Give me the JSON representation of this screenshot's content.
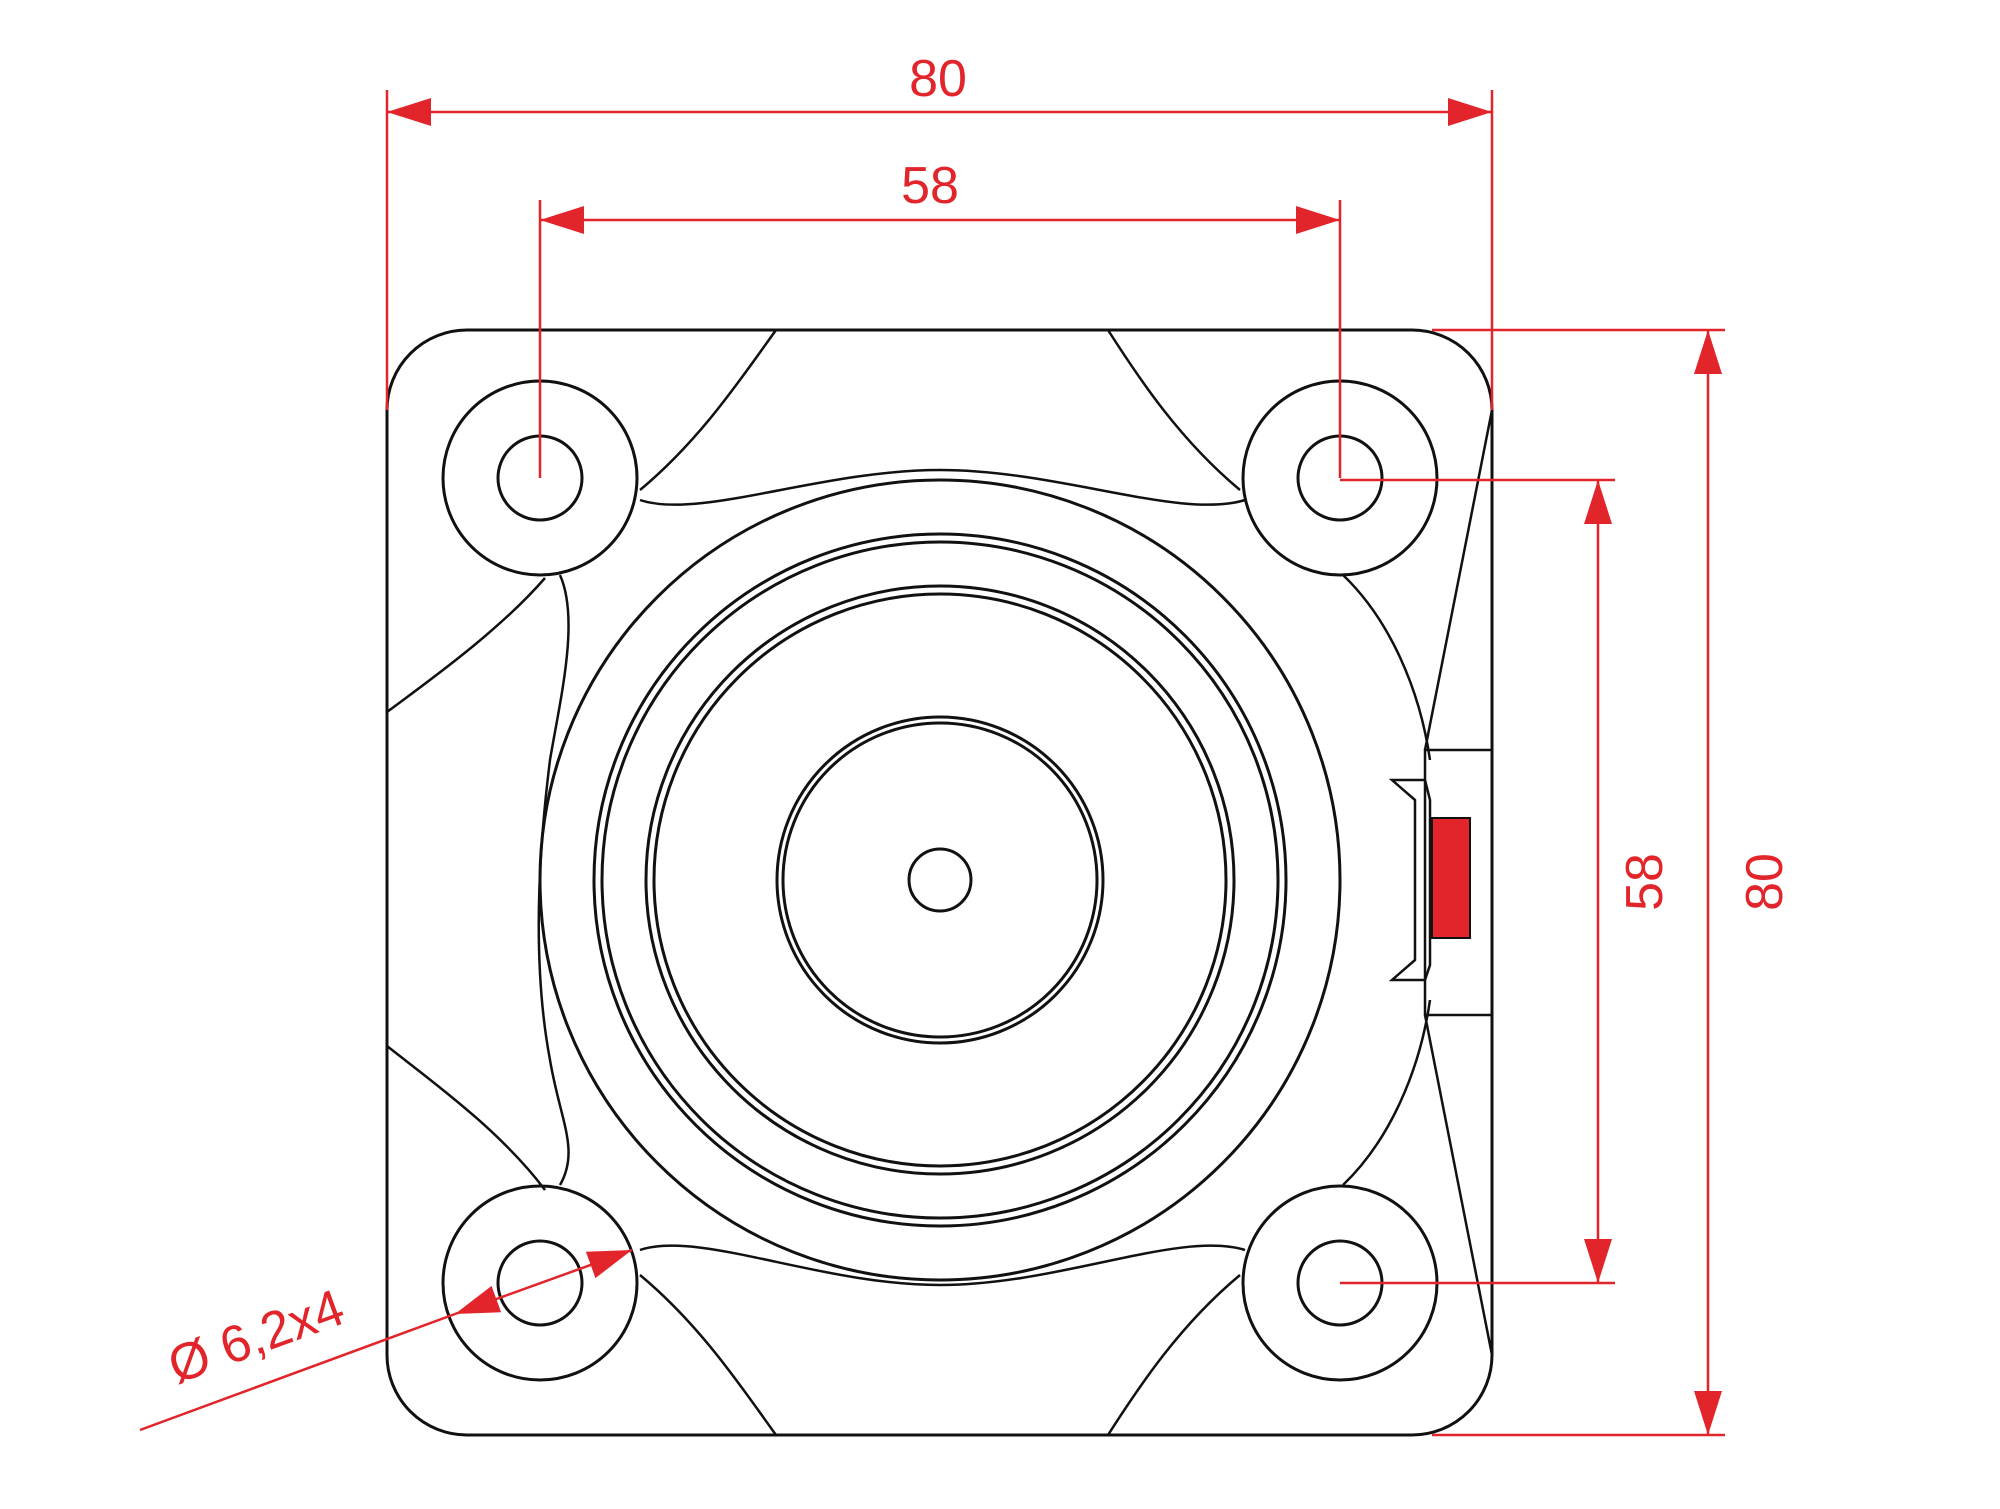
{
  "drawing": {
    "dimensions": {
      "overall_width": "80",
      "hole_spacing_horizontal": "58",
      "hole_spacing_vertical": "58",
      "overall_height": "80",
      "hole_diameter": "Ø 6,2x4"
    },
    "colors": {
      "dimension": "#e2242b",
      "outline": "#111111",
      "indicator": "#e2242b"
    }
  }
}
